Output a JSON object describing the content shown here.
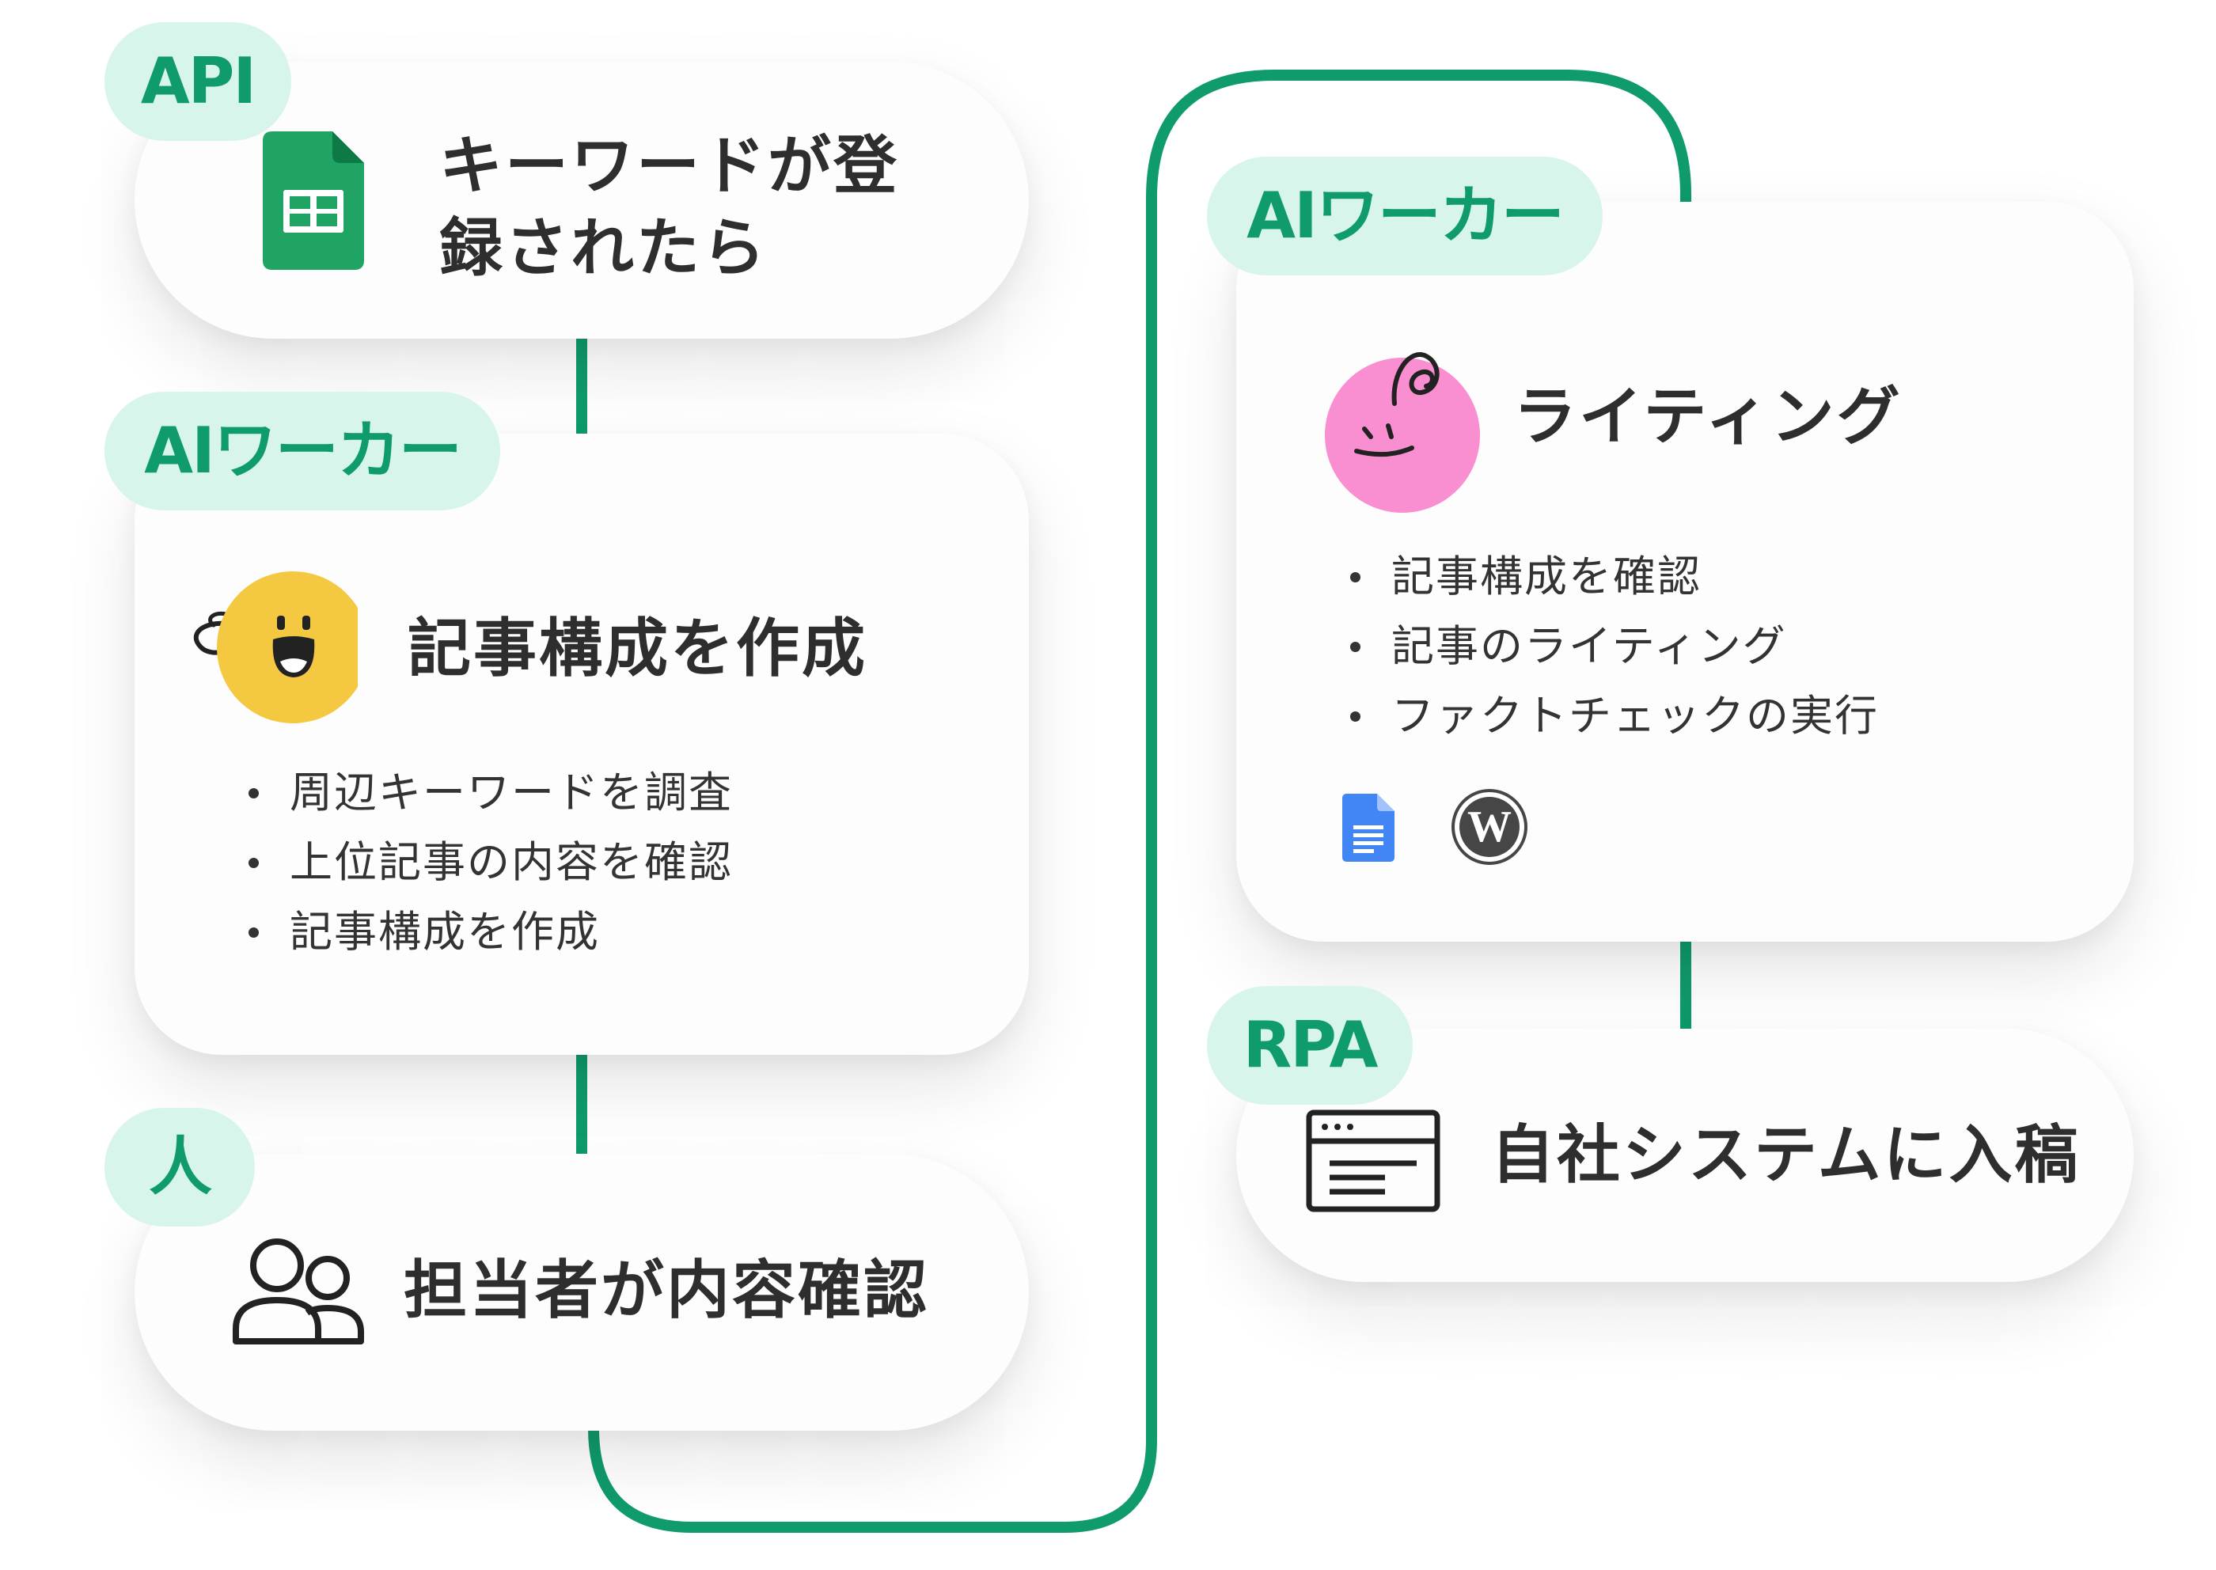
{
  "colors": {
    "accent_green": "#0f9b6b",
    "tag_background": "#d7f5ea",
    "card_background": "#fdfdfd",
    "text": "#2e2e2e",
    "avatar_yellow": "#f5c842",
    "avatar_pink": "#f98ed0",
    "sheets_green": "#1fa463",
    "docs_blue": "#4285f4"
  },
  "steps": {
    "api": {
      "tag": "API",
      "title_line1": "キーワードが登",
      "title_line2": "録されたら",
      "icon": "google-sheets-icon"
    },
    "structure": {
      "tag": "AIワーカー",
      "title": "記事構成を作成",
      "icon": "yellow-character-avatar",
      "bullets": [
        "周辺キーワードを調査",
        "上位記事の内容を確認",
        "記事構成を作成"
      ]
    },
    "human": {
      "tag": "人",
      "title": "担当者が内容確認",
      "icon": "people-icon"
    },
    "writing": {
      "tag": "AIワーカー",
      "title": "ライティング",
      "icon": "pink-character-avatar",
      "bullets": [
        "記事構成を確認",
        "記事のライティング",
        "ファクトチェックの実行"
      ],
      "tools": [
        "google-docs-icon",
        "wordpress-icon"
      ]
    },
    "rpa": {
      "tag": "RPA",
      "title": "自社システムに入稿",
      "icon": "browser-window-icon"
    }
  }
}
